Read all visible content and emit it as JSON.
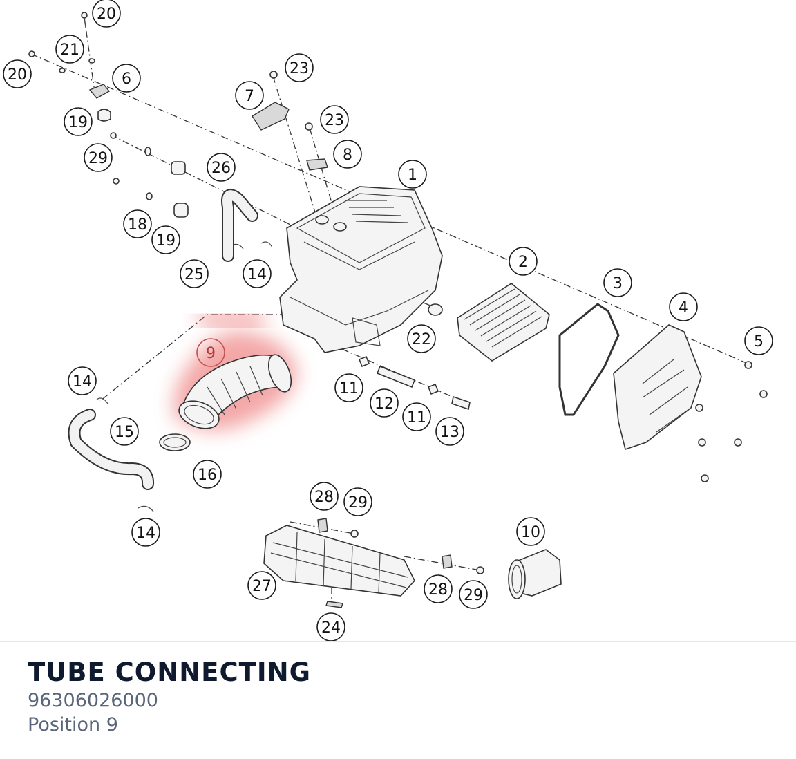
{
  "part": {
    "title": "TUBE CONNECTING",
    "number": "96306026000",
    "position": "Position 9"
  },
  "highlight": {
    "position": "9",
    "color": "#f08a8a"
  },
  "callouts": [
    {
      "label": "20"
    },
    {
      "label": "21"
    },
    {
      "label": "20"
    },
    {
      "label": "6"
    },
    {
      "label": "19"
    },
    {
      "label": "29"
    },
    {
      "label": "23"
    },
    {
      "label": "7"
    },
    {
      "label": "23"
    },
    {
      "label": "8"
    },
    {
      "label": "26"
    },
    {
      "label": "1"
    },
    {
      "label": "18"
    },
    {
      "label": "19"
    },
    {
      "label": "25"
    },
    {
      "label": "14"
    },
    {
      "label": "2"
    },
    {
      "label": "3"
    },
    {
      "label": "4"
    },
    {
      "label": "5"
    },
    {
      "label": "22"
    },
    {
      "label": "9"
    },
    {
      "label": "14"
    },
    {
      "label": "11"
    },
    {
      "label": "12"
    },
    {
      "label": "11"
    },
    {
      "label": "13"
    },
    {
      "label": "15"
    },
    {
      "label": "16"
    },
    {
      "label": "14"
    },
    {
      "label": "28"
    },
    {
      "label": "29"
    },
    {
      "label": "10"
    },
    {
      "label": "27"
    },
    {
      "label": "28"
    },
    {
      "label": "29"
    },
    {
      "label": "24"
    }
  ]
}
